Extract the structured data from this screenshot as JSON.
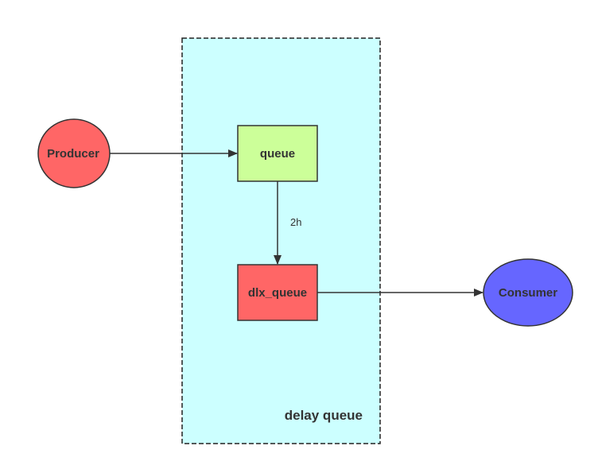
{
  "group": {
    "label": "delay queue",
    "fill": "#ccffff",
    "stroke": "#222222"
  },
  "nodes": {
    "producer": {
      "label": "Producer",
      "shape": "ellipse",
      "fill": "#ff6666"
    },
    "queue": {
      "label": "queue",
      "shape": "rectangle",
      "fill": "#ccff99"
    },
    "dlx_queue": {
      "label": "dlx_queue",
      "shape": "rectangle",
      "fill": "#ff6666"
    },
    "consumer": {
      "label": "Consumer",
      "shape": "ellipse",
      "fill": "#6666ff"
    }
  },
  "edges": [
    {
      "from": "Producer",
      "to": "queue",
      "label": ""
    },
    {
      "from": "queue",
      "to": "dlx_queue",
      "label": "2h"
    },
    {
      "from": "dlx_queue",
      "to": "Consumer",
      "label": ""
    }
  ],
  "edge_color": "#333333"
}
